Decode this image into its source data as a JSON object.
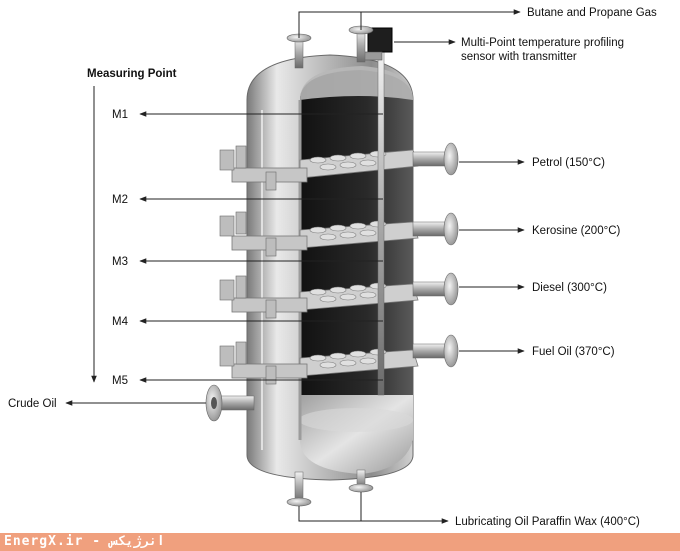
{
  "labels": {
    "top_gas": "Butane and Propane Gas",
    "sensor_line1": "Multi-Point temperature profiling",
    "sensor_line2": "sensor with transmitter",
    "measuring_point": "Measuring Point",
    "m1": "M1",
    "m2": "M2",
    "m3": "M3",
    "m4": "M4",
    "m5": "M5",
    "petrol": "Petrol (150°C)",
    "kerosine": "Kerosine (200°C)",
    "diesel": "Diesel (300°C)",
    "fuel_oil": "Fuel Oil (370°C)",
    "crude_oil": "Crude Oil",
    "bottom": "Lubricating Oil Paraffin Wax (400°C)"
  },
  "footer": {
    "text": "EnergX.ir - انرژیکس"
  },
  "colors": {
    "arrow": "#222222",
    "metal_light": "#e8e8e8",
    "metal_dark": "#6e6e6e",
    "interior": "#1c1c1c",
    "footer_bg": "#f0a07e"
  }
}
